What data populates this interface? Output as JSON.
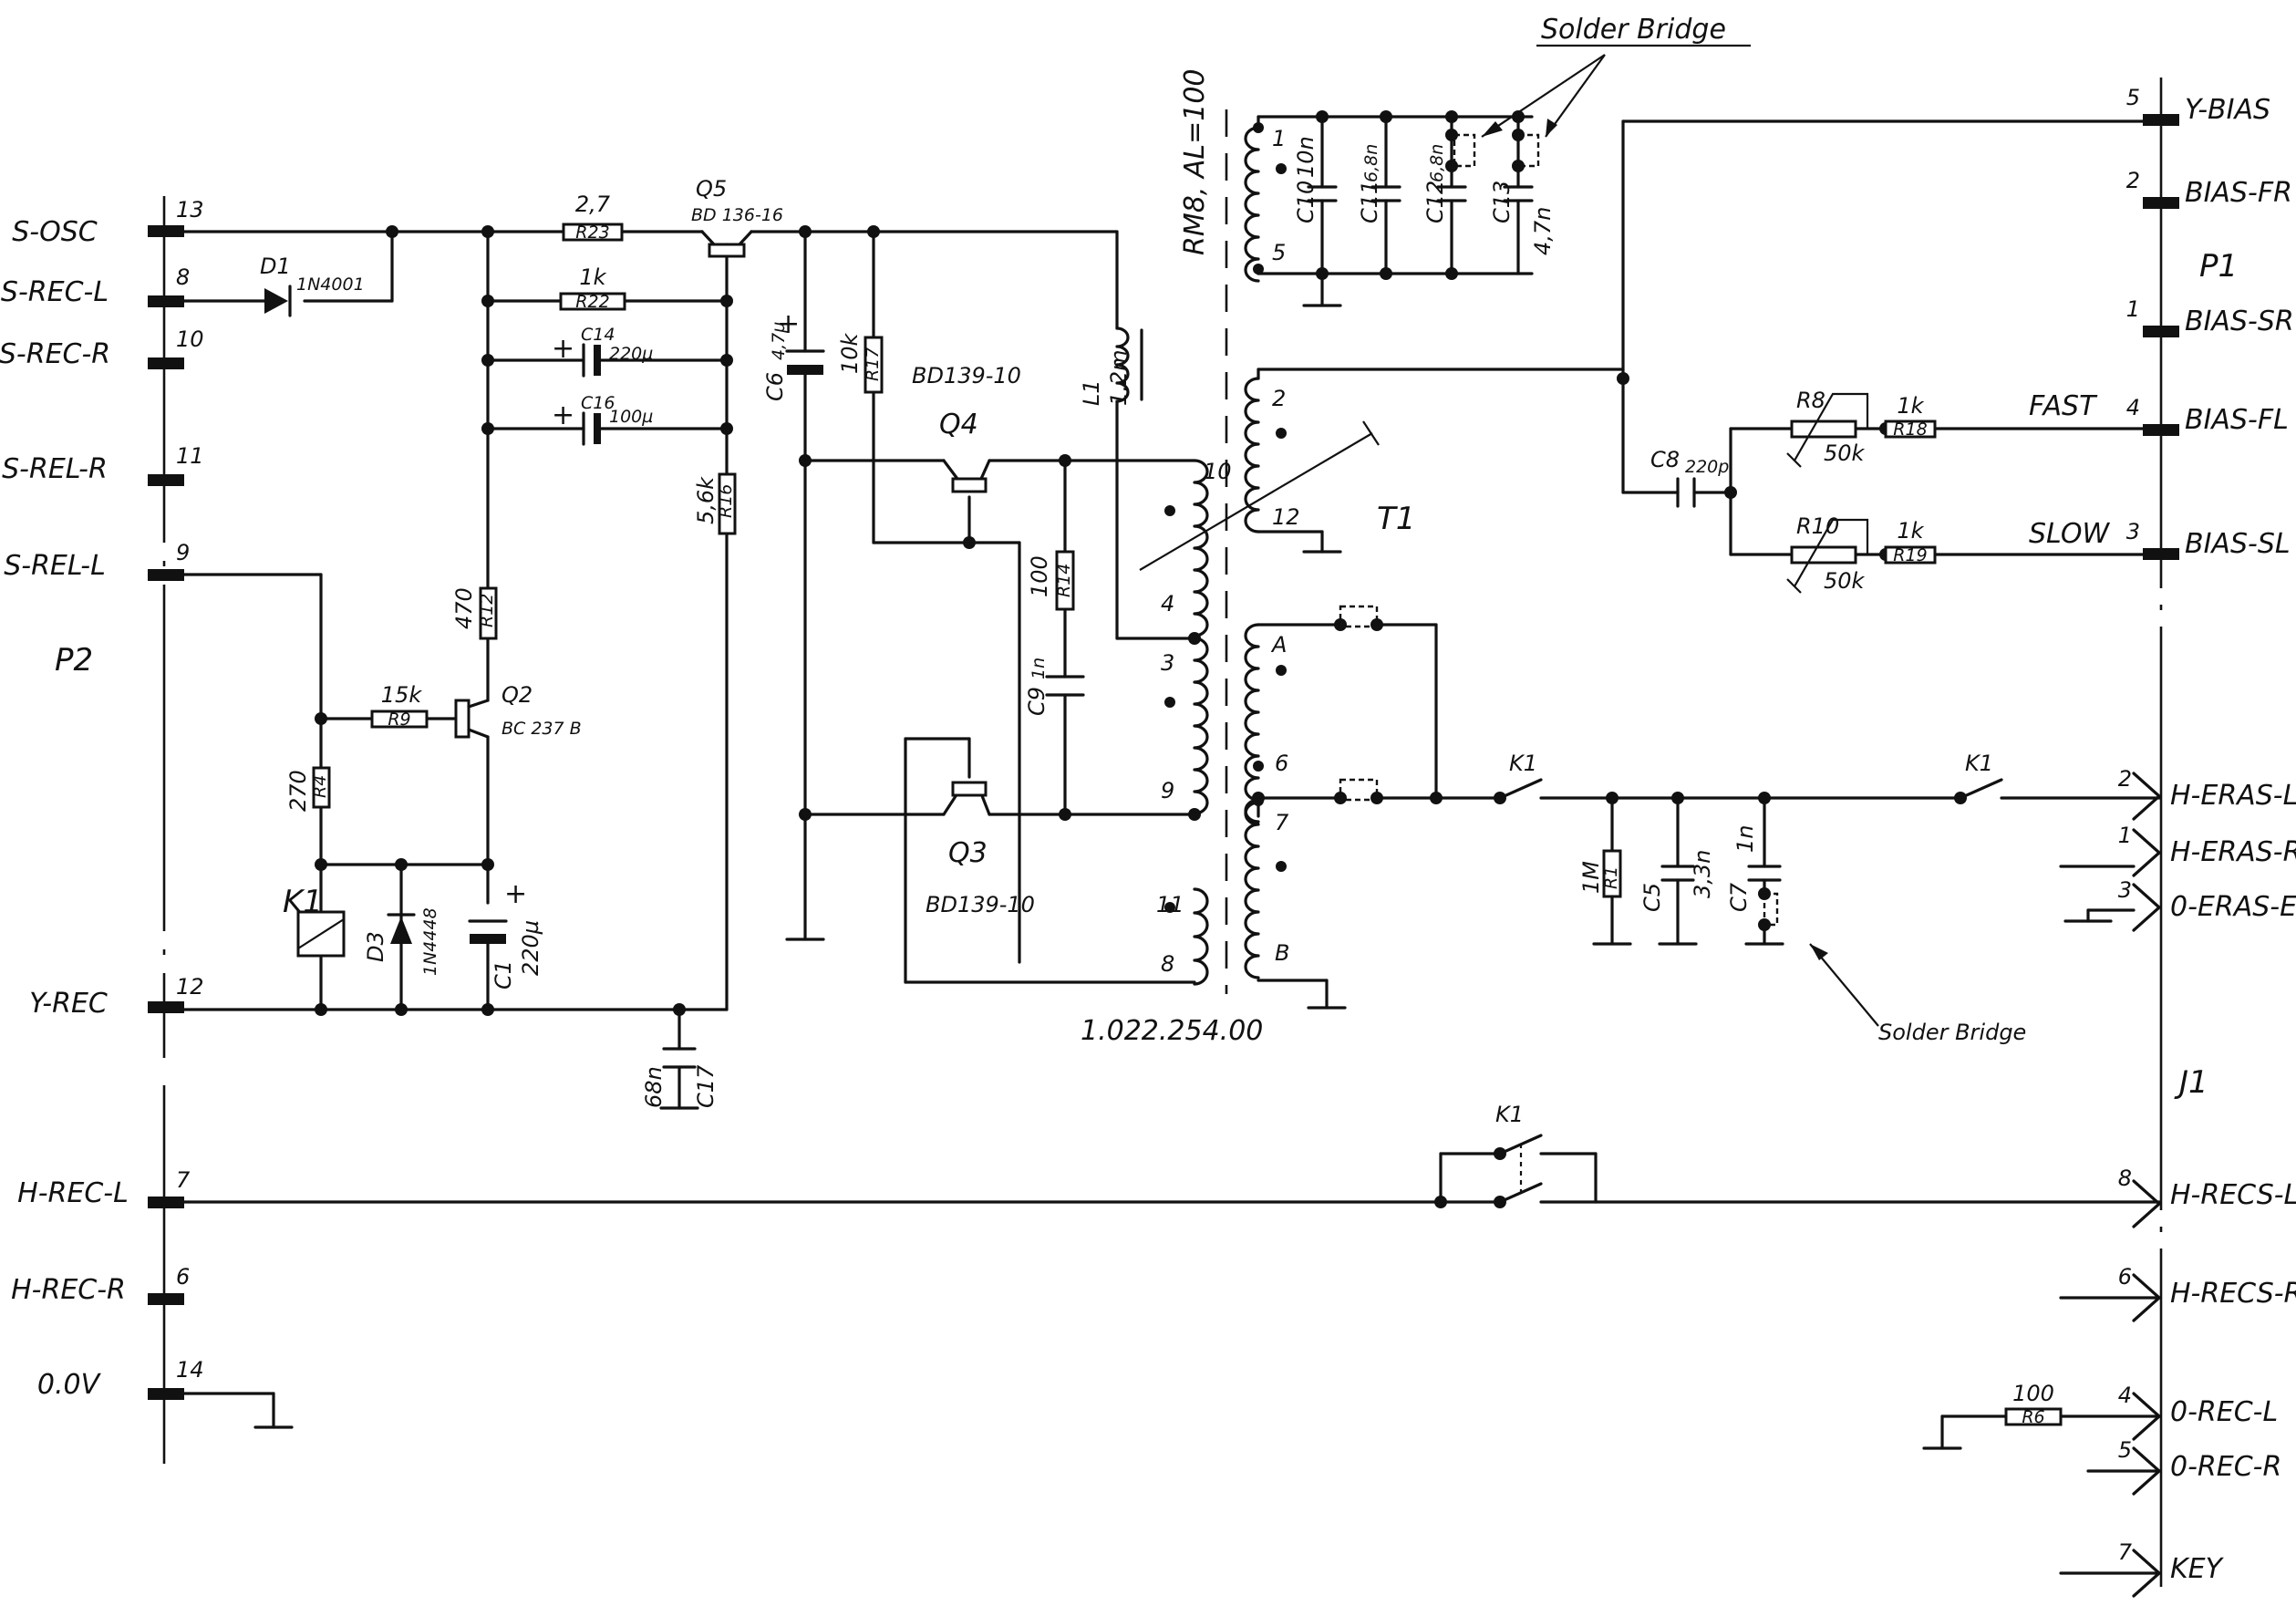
{
  "connector_p2": {
    "name": "P2",
    "pins": [
      {
        "signal": "S-OSC",
        "pin": "13"
      },
      {
        "signal": "S-REC-L",
        "pin": "8"
      },
      {
        "signal": "S-REC-R",
        "pin": "10"
      },
      {
        "signal": "S-REL-R",
        "pin": "11"
      },
      {
        "signal": "S-REL-L",
        "pin": "9"
      },
      {
        "signal": "Y-REC",
        "pin": "12"
      },
      {
        "signal": "H-REC-L",
        "pin": "7"
      },
      {
        "signal": "H-REC-R",
        "pin": "6"
      },
      {
        "signal": "0.0V",
        "pin": "14"
      }
    ]
  },
  "connector_p1": {
    "name": "P1",
    "pins": [
      {
        "signal": "Y-BIAS",
        "pin": "5"
      },
      {
        "signal": "BIAS-FR",
        "pin": "2"
      },
      {
        "signal": "BIAS-SR",
        "pin": "1"
      },
      {
        "signal": "BIAS-FL",
        "pin": "4"
      },
      {
        "signal": "BIAS-SL",
        "pin": "3"
      }
    ]
  },
  "connector_j1": {
    "name": "J1",
    "pins": [
      {
        "signal": "H-ERAS-L",
        "pin": "2"
      },
      {
        "signal": "H-ERAS-R",
        "pin": "1"
      },
      {
        "signal": "0-ERAS-E",
        "pin": "3"
      },
      {
        "signal": "H-RECS-L",
        "pin": "8"
      },
      {
        "signal": "H-RECS-R",
        "pin": "6"
      },
      {
        "signal": "0-REC-L",
        "pin": "4"
      },
      {
        "signal": "0-REC-R",
        "pin": "5"
      },
      {
        "signal": "KEY",
        "pin": "7"
      }
    ]
  },
  "resistors": {
    "r23": {
      "ref": "R23",
      "value": "2,7"
    },
    "r22": {
      "ref": "R22",
      "value": "1k"
    },
    "r16": {
      "ref": "R16",
      "value": "5,6k"
    },
    "r12": {
      "ref": "R12",
      "value": "470"
    },
    "r9": {
      "ref": "R9",
      "value": "15k"
    },
    "r4": {
      "ref": "R4",
      "value": "270"
    },
    "r17": {
      "ref": "R17",
      "value": "10k"
    },
    "r14": {
      "ref": "R14",
      "value": "100"
    },
    "r8": {
      "ref": "R8",
      "value": "50k"
    },
    "r18": {
      "ref": "R18",
      "value": "1k"
    },
    "r10": {
      "ref": "R10",
      "value": "50k"
    },
    "r19": {
      "ref": "R19",
      "value": "1k"
    },
    "r1": {
      "ref": "R1",
      "value": "1M"
    },
    "r6": {
      "ref": "R6",
      "value": "100"
    }
  },
  "capacitors": {
    "c14": {
      "ref": "C14",
      "value": "220µ"
    },
    "c16": {
      "ref": "C16",
      "value": "100µ"
    },
    "c6": {
      "ref": "C6",
      "value": "4,7µ"
    },
    "c1": {
      "ref": "C1",
      "value": "220µ"
    },
    "c17": {
      "ref": "C17",
      "value": "68n"
    },
    "c9": {
      "ref": "C9",
      "value": "1n"
    },
    "c10": {
      "ref": "C10",
      "value": "10n"
    },
    "c11": {
      "ref": "C11",
      "value": "6,8n"
    },
    "c12": {
      "ref": "C12",
      "value": "6,8n"
    },
    "c13": {
      "ref": "C13",
      "value": "4,7n"
    },
    "c8": {
      "ref": "C8",
      "value": "220p"
    },
    "c5": {
      "ref": "C5",
      "value": "3,3n"
    },
    "c7": {
      "ref": "C7",
      "value": "1n"
    }
  },
  "semis": {
    "d1": {
      "ref": "D1",
      "part": "1N4001"
    },
    "d3": {
      "ref": "D3",
      "part": "1N4448"
    },
    "q5": {
      "ref": "Q5",
      "part": "BD 136-16"
    },
    "q4": {
      "ref": "Q4",
      "part": "BD139-10"
    },
    "q3": {
      "ref": "Q3",
      "part": "BD139-10"
    },
    "q2": {
      "ref": "Q2",
      "part": "BC 237 B"
    }
  },
  "magnetics": {
    "l1": {
      "ref": "L1",
      "value": "1,2m"
    },
    "t1": {
      "ref": "T1",
      "core": "RM8, AL=100",
      "part_no": "1.022.254.00"
    },
    "coil_pins": [
      "1",
      "5",
      "2",
      "12",
      "10",
      "4",
      "3",
      "9",
      "11",
      "8",
      "A",
      "6",
      "7",
      "B"
    ]
  },
  "relay": {
    "ref": "K1"
  },
  "notes": {
    "solder_bridge_top": "Solder Bridge",
    "solder_bridge_bottom": "Solder Bridge",
    "fast": "FAST",
    "slow": "SLOW"
  }
}
